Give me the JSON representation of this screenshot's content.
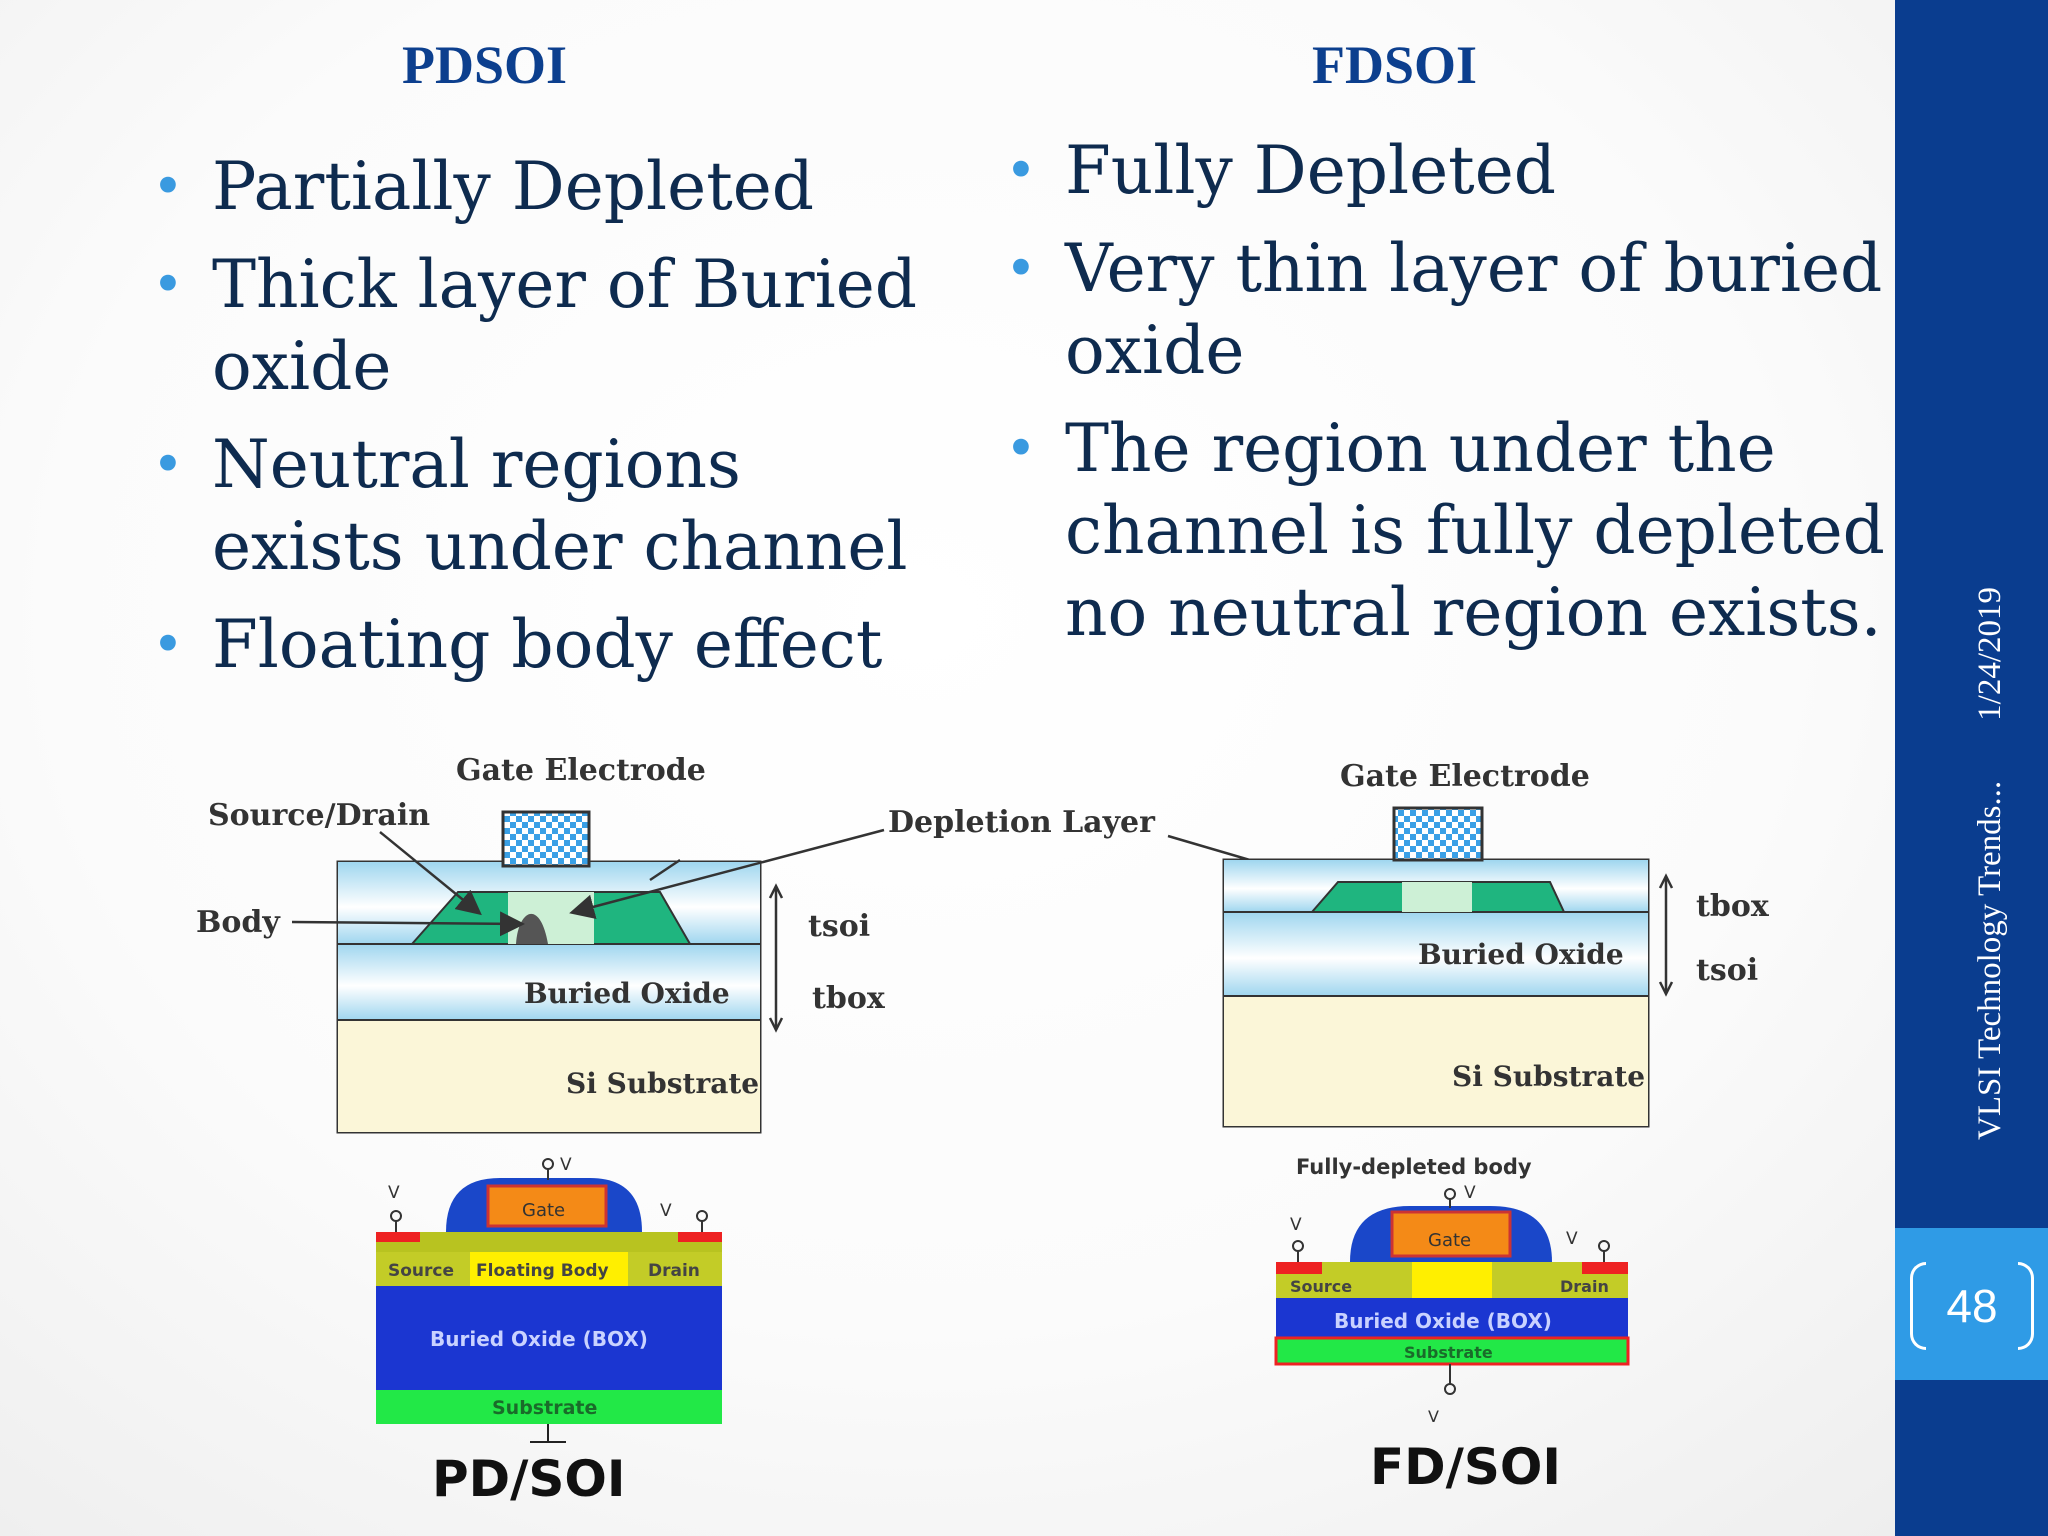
{
  "left": {
    "title": "PDSOI",
    "bullets": [
      "Partially Depleted",
      "Thick layer of Buried oxide",
      "Neutral regions exists under channel",
      "Floating body effect"
    ]
  },
  "right": {
    "title": "FDSOI",
    "bullets": [
      "Fully Depleted",
      "Very thin layer of buried oxide",
      "The region under the channel is fully depleted no neutral region exists."
    ]
  },
  "diagram": {
    "gate_electrode": "Gate Electrode",
    "source_drain": "Source/Drain",
    "body": "Body",
    "depletion_layer": "Depletion Layer",
    "buried_oxide": "Buried Oxide",
    "si_substrate": "Si Substrate",
    "tsoi": "tsoi",
    "tbox": "tbox"
  },
  "pd_schematic": {
    "vg": "V",
    "vs": "V",
    "vd": "V",
    "gate": "Gate",
    "source": "Source",
    "floating_body": "Floating Body",
    "drain": "Drain",
    "box": "Buried Oxide (BOX)",
    "substrate": "Substrate",
    "label": "PD/SOI"
  },
  "fd_schematic": {
    "body_label": "Fully-depleted body",
    "vg": "V",
    "vs": "V",
    "vd": "V",
    "gate": "Gate",
    "source": "Source",
    "drain": "Drain",
    "box": "Buried Oxide (BOX)",
    "substrate": "Substrate",
    "vsub": "V",
    "label": "FD/SOI"
  },
  "sidebar": {
    "date": "1/24/2019",
    "footer": "VLSI Technology Trends...",
    "page_number": "48"
  }
}
